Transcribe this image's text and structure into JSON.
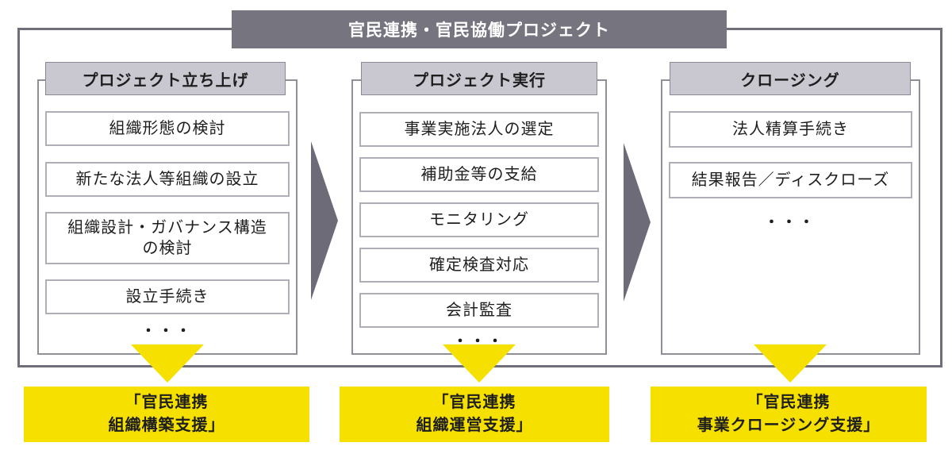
{
  "title": "官民連携・官民協働プロジェクト",
  "ellipsis": "・・・",
  "columns": [
    {
      "header": "プロジェクト立ち上げ",
      "items": [
        {
          "line1": "組織形態の検討"
        },
        {
          "line1": "新たな法人等組織の設立"
        },
        {
          "line1": "組織設計・ガバナンス構造",
          "line2": "の検討"
        },
        {
          "line1": "設立手続き"
        }
      ],
      "support": {
        "line1": "「官民連携",
        "line2": "組織構築支援」"
      }
    },
    {
      "header": "プロジェクト実行",
      "items": [
        {
          "line1": "事業実施法人の選定"
        },
        {
          "line1": "補助金等の支給"
        },
        {
          "line1": "モニタリング"
        },
        {
          "line1": "確定検査対応"
        },
        {
          "line1": "会計監査"
        }
      ],
      "support": {
        "line1": "「官民連携",
        "line2": "組織運営支援」"
      }
    },
    {
      "header": "クロージング",
      "items": [
        {
          "line1": "法人精算手続き"
        },
        {
          "line1": "結果報告／ディスクローズ"
        }
      ],
      "support": {
        "line1": "「官民連携",
        "line2": "事業クロージング支援」"
      }
    }
  ],
  "colors": {
    "title_bar_gray": "#76757f",
    "column_header_gray": "#c9c8d0",
    "flow_arrow_gray": "#6c6b77",
    "frame_border_gray": "#6f6e79",
    "support_yellow": "#f6e000",
    "text": "#1e1e1e"
  }
}
